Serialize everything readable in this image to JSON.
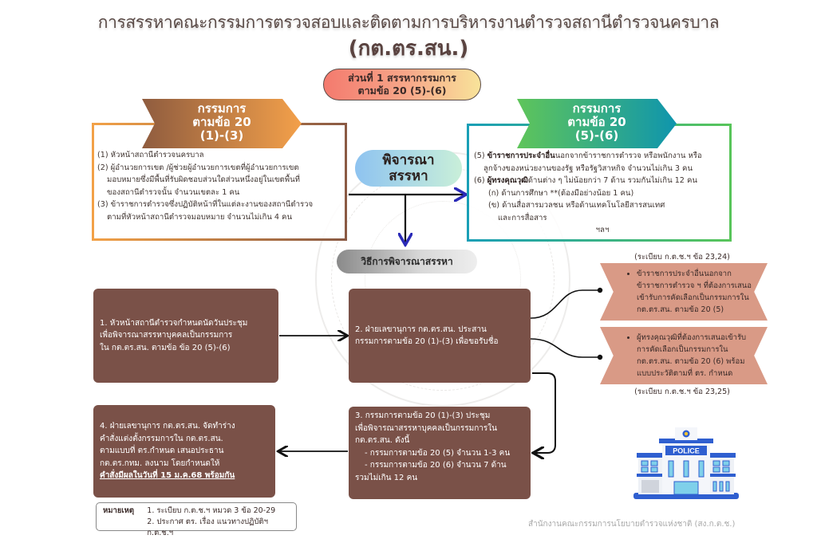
{
  "header": {
    "title": "การสรรหาคณะกรรมการตรวจสอบและติดตามการบริหารงานตำรวจสถานีตำรวจนครบาล",
    "subtitle": "(กต.ตร.สน.)"
  },
  "part_pill": {
    "line1": "ส่วนที่ 1 สรรหากรรมการ",
    "line2": "ตามข้อ 20 (5)-(6)"
  },
  "left_committee": {
    "tag": [
      "กรรมการ",
      "ตามข้อ 20",
      "(1)-(3)"
    ],
    "items": [
      "(1) หัวหน้าสถานีตำรวจนครบาล",
      "(2) ผู้อำนวยการเขต /ผู้ช่วยผู้อำนวยการเขตที่ผู้อำนวยการเขต",
      "มอบหมายซึ่งมีพื้นที่รับผิดชอบส่วนใดส่วนหนึ่งอยู่ในเขตพื้นที่",
      "ของสถานีตำรวจนั้น จำนวนเขตละ 1 คน",
      "(3) ข้าราชการตำรวจซึ่งปฏิบัติหน้าที่ในแต่ละงานของสถานีตำรวจ",
      "ตามที่หัวหน้าสถานีตำรวจมอบหมาย จำนวนไม่เกิน 4 คน"
    ]
  },
  "right_committee": {
    "tag": [
      "กรรมการ",
      "ตามข้อ 20",
      "(5)-(6)"
    ],
    "item5_prefix": "(5) ",
    "item5_bold": "ข้าราชการประจำอื่น",
    "item5_rest": "นอกจากข้าราชการตำรวจ หรือพนักงาน หรือ",
    "item5_line2": "ลูกจ้างของหน่วยงานของรัฐ หรือรัฐวิสาหกิจ จำนวนไม่เกิน 3 คน",
    "item6_prefix": "(6) ",
    "item6_bold": "ผู้ทรงคุณวุฒิ",
    "item6_rest": "ด้านต่าง ๆ ไม่น้อยกว่า 7 ด้าน รวมกันไม่เกิน 12 คน",
    "sub_a": "(ก) ด้านการศึกษา **(ต้องมีอย่างน้อย 1 คน)",
    "sub_b": "(ข) ด้านสื่อสารมวลชน หรือด้านเทคโนโลยีสารสนเทศ",
    "sub_b2": "และการสื่อสาร",
    "etc": "ฯลฯ"
  },
  "consider_label": [
    "พิจารณา",
    "สรรหา"
  ],
  "method_label": "วิธีการพิจารณาสรรหา",
  "steps": {
    "step1": [
      "1. หัวหน้าสถานีตำรวจกำหนดนัดวันประชุม",
      "เพื่อพิจารณาสรรหาบุคคลเป็นกรรมการ",
      "ใน กต.ตร.สน. ตามข้อ ข้อ 20 (5)-(6)"
    ],
    "step2": [
      "2. ฝ่ายเลขานุการ กต.ตร.สน. ประสาน",
      "กรรมการตามข้อ 20 (1)-(3) เพื่อขอรับชื่อ"
    ],
    "step3": [
      "3. กรรมการตามข้อ 20 (1)-(3) ประชุม",
      "เพื่อพิจารณาสรรหาบุคคลเป็นกรรมการใน",
      "กต.ตร.สน. ดังนี้",
      "- กรรมการตามข้อ 20 (5) จำนวน 1-3 คน",
      "- กรรมการตามข้อ 20 (6) จำนวน 7 ด้าน",
      "รวมไม่เกิน 12 คน"
    ],
    "step4": [
      "4. ฝ่ายเลขานุการ กต.ตร.สน. จัดทำร่าง",
      "คำสั่งแต่งตั้งกรรมการใน กต.ตร.สน.",
      "ตามแบบที่ ตร.กำหนด เสนอประธาน",
      "กต.ตร.กทม. ลงนาม โดยกำหนดให้"
    ],
    "step4_emphasis": "คำสั่งมีผลในวันที่ 15 ม.ค.68 พร้อมกัน"
  },
  "ribbons": {
    "reg1": "(ระเบียบ ก.ต.ช.ฯ ข้อ 23,24)",
    "rib1": [
      "ข้าราชการประจำอื่นนอกจาก",
      "ข้าราชการตำรวจ ฯ ที่ต้องการเสนอ",
      "เข้ารับการคัดเลือกเป็นกรรมการใน",
      "กต.ตร.สน. ตามข้อ 20 (5)"
    ],
    "rib2": [
      "ผู้ทรงคุณวุฒิที่ต้องการเสนอเข้ารับ",
      "การคัดเลือกเป็นกรรมการใน",
      "กต.ตร.สน. ตามข้อ 20 (6) พร้อม",
      "แบบประวัติตามที่ ตร. กำหนด"
    ],
    "reg2": "(ระเบียบ ก.ต.ช.ฯ ข้อ 23,25)"
  },
  "note": {
    "label": "หมายเหตุ",
    "items": [
      "1. ระเบียบ ก.ต.ช.ฯ หมวด 3 ข้อ 20-29",
      "2. ประกาศ ตร. เรื่อง แนวทางปฏิบัติฯ ก.ต.ช.ฯ"
    ]
  },
  "police_sign": "POLICE",
  "footer": "สำนักงานคณะกรรมการนโยบายตำรวจแห่งชาติ (สง.ก.ต.ช.)",
  "colors": {
    "step_box": "#7a5148",
    "ribbon": "#d99a86",
    "arrow_blue": "#2a2ab8",
    "left_accent": "#f2a147",
    "right_accent": "#1a9fb6"
  }
}
